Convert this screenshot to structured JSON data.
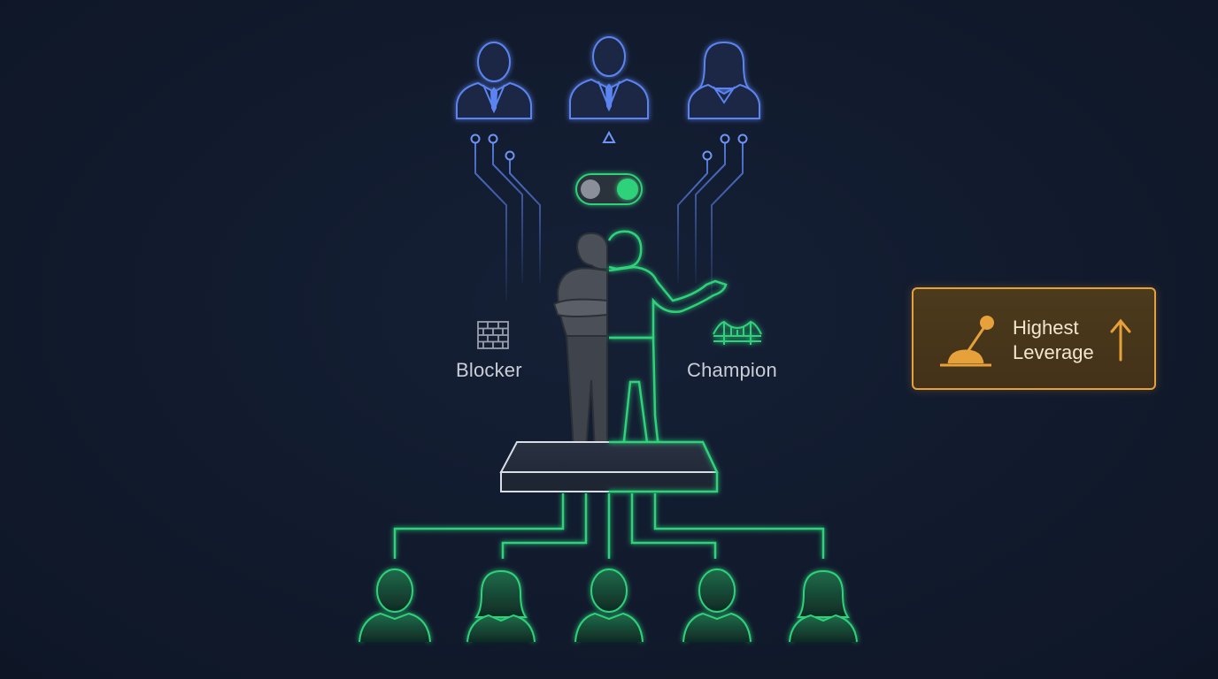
{
  "labels": {
    "blocker": "Blocker",
    "champion": "Champion"
  },
  "card": {
    "line1": "Highest",
    "line2": "Leverage"
  },
  "icons": {
    "blocker": "brick-wall-icon",
    "champion": "bridge-icon",
    "card": "lever-icon",
    "card_arrow": "arrow-up-icon",
    "toggle": "toggle-switch-icon"
  },
  "toggle": {
    "state": "on"
  },
  "colors": {
    "background": "#111a2c",
    "executive_blue": "#5b84f0",
    "team_green": "#2fd27a",
    "blocker_gray": "#5b5f68",
    "leverage_orange": "#e6a13a"
  }
}
